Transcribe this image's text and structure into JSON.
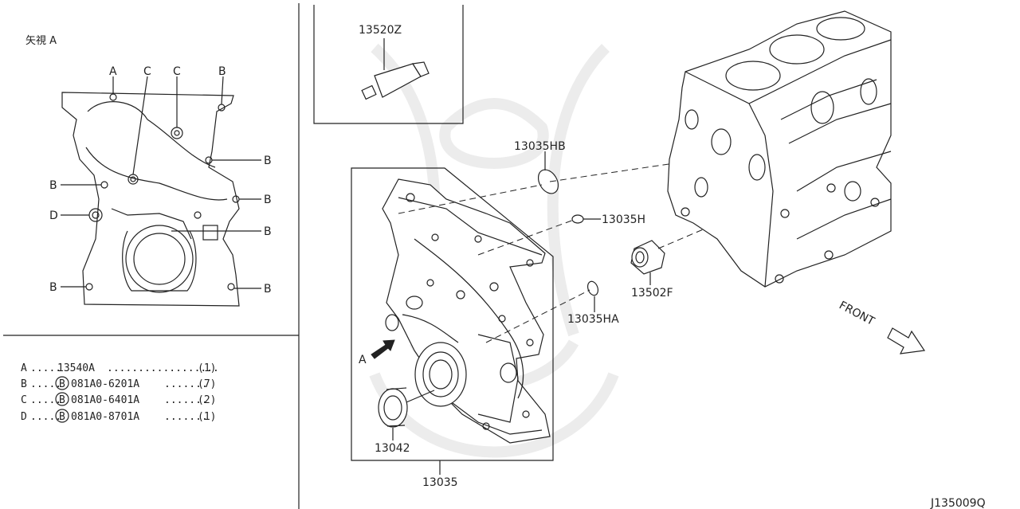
{
  "view": {
    "title": "矢視 A",
    "callouts": {
      "top": [
        "A",
        "C",
        "C",
        "B"
      ],
      "right": [
        "B",
        "B",
        "B",
        "B"
      ],
      "left": [
        "B",
        "D",
        "B"
      ]
    }
  },
  "legend": [
    {
      "key": "A",
      "badge": "",
      "part": "13540A",
      "qty": "(1)"
    },
    {
      "key": "B",
      "badge": "B",
      "part": "081A0-6201A",
      "qty": "(7)"
    },
    {
      "key": "C",
      "badge": "B",
      "part": "081A0-6401A",
      "qty": "(2)"
    },
    {
      "key": "D",
      "badge": "B",
      "part": "081A0-8701A",
      "qty": "(1)"
    }
  ],
  "parts": {
    "sealant": "13520Z",
    "cover": "13035",
    "oil_seal": "13042",
    "gasket_hb": "13035HB",
    "gasket_h": "13035H",
    "gasket_ha": "13035HA",
    "dowel": "13502F",
    "arrow_a": "A"
  },
  "front_label": "FRONT",
  "diagram_id": "J135009Q"
}
